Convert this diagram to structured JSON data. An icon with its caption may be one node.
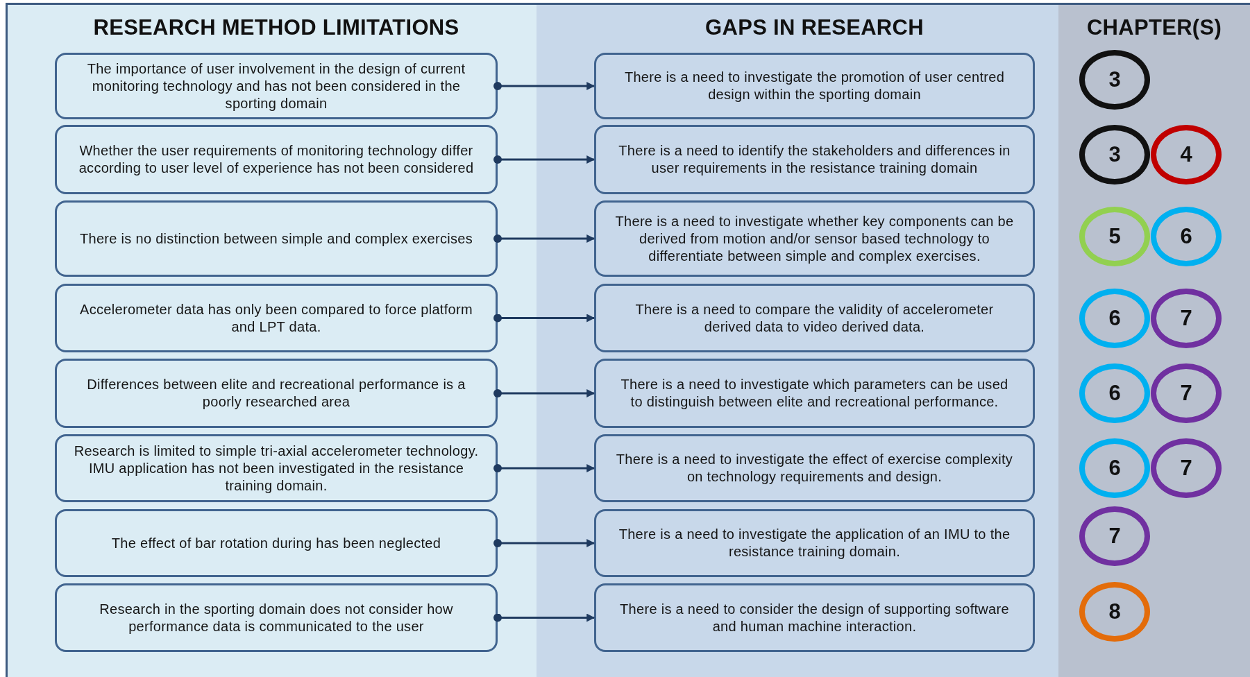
{
  "diagram": {
    "nodes": [
      {
        "text": [
          "RESEARCH METHOD LIMITATIONS"
        ]
      },
      {
        "text": [
          "GAPS IN RESEARCH"
        ]
      },
      {
        "text": [
          "CHAPTER(S)"
        ]
      },
      {
        "text": [
          "The importance of user involvement in the design of current monitoring technology and has not been considered in the sporting domain"
        ],
        "in": 0
      },
      {
        "text": [
          "Whether the user requirements of monitoring technology differ according to user level of experience has not been considered"
        ],
        "in": 0
      },
      {
        "text": [
          "There is no distinction between simple and complex exercises"
        ],
        "in": 0
      },
      {
        "text": [
          "Accelerometer data has only been compared to force platform and LPT data."
        ],
        "in": 0
      },
      {
        "text": [
          "Differences between elite and recreational performance is a poorly researched area"
        ],
        "in": 0
      },
      {
        "text": [
          "Research is limited to simple tri-axial accelerometer technology. IMU application has not been investigated in the resistance training domain."
        ],
        "in": 0
      },
      {
        "text": [
          "The effect of bar rotation during has been neglected"
        ],
        "in": 0
      },
      {
        "text": [
          "Research in the sporting domain does not consider how performance data is communicated to the user"
        ],
        "in": 0
      },
      {
        "text": [
          "There is a need to investigate the promotion of user centred design within the sporting domain"
        ],
        "in": 1
      },
      {
        "text": [
          "There is a need to identify the stakeholders and differences in user requirements in the resistance training domain"
        ],
        "in": 1
      },
      {
        "text": [
          "There is a need to investigate whether key components can be derived from motion and/or sensor based technology to differentiate between simple and complex exercises."
        ],
        "in": 1
      },
      {
        "text": [
          "There is a need to compare the validity of accelerometer derived data to video derived data."
        ],
        "in": 1
      },
      {
        "text": [
          "There is a need to investigate which parameters can be used to distinguish between elite and recreational performance."
        ],
        "in": 1
      },
      {
        "text": [
          "There is a need to investigate the effect of exercise complexity on technology requirements and design."
        ],
        "in": 1
      },
      {
        "text": [
          "There is a need to investigate the application of an IMU to the resistance training domain."
        ],
        "in": 1
      },
      {
        "text": [
          "There is a need to consider the design of supporting software and human machine interaction."
        ],
        "in": 1
      },
      {
        "text": [
          "3"
        ],
        "in": 2
      },
      {
        "text": [
          "3"
        ],
        "in": 2
      },
      {
        "text": [
          "4"
        ],
        "in": 2
      },
      {
        "text": [
          "5"
        ],
        "in": 2
      },
      {
        "text": [
          "6"
        ],
        "in": 2
      },
      {
        "text": [
          "6"
        ],
        "in": 2
      },
      {
        "text": [
          "7"
        ],
        "in": 2
      },
      {
        "text": [
          "6"
        ],
        "in": 2
      },
      {
        "text": [
          "7"
        ],
        "in": 2
      },
      {
        "text": [
          "6"
        ],
        "in": 2
      },
      {
        "text": [
          "7"
        ],
        "in": 2
      },
      {
        "text": [
          "7"
        ],
        "in": 2
      },
      {
        "text": [
          "8"
        ],
        "in": 2
      }
    ],
    "edges": [
      {
        "from": 3,
        "to": 11,
        "arrow": "to"
      },
      {
        "from": 4,
        "to": 12,
        "arrow": "to"
      },
      {
        "from": 5,
        "to": 13,
        "arrow": "to"
      },
      {
        "from": 6,
        "to": 14,
        "arrow": "to"
      },
      {
        "from": 7,
        "to": 15,
        "arrow": "to"
      },
      {
        "from": 8,
        "to": 16,
        "arrow": "to"
      },
      {
        "from": 9,
        "to": 17,
        "arrow": "to"
      },
      {
        "from": 10,
        "to": 18,
        "arrow": "to"
      }
    ]
  }
}
